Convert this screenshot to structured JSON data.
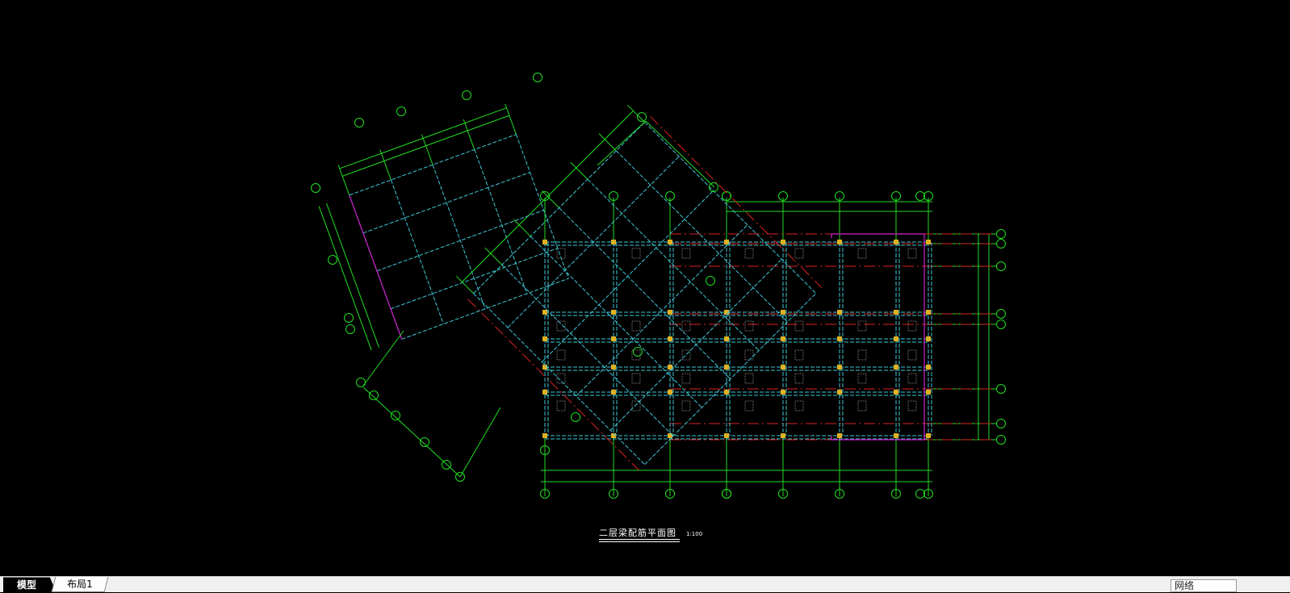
{
  "drawing": {
    "title": "二层梁配筋平面图",
    "scale": "1:100"
  },
  "tabs": [
    {
      "label": "模型",
      "active": true
    },
    {
      "label": "布局1",
      "active": false
    }
  ],
  "status": {
    "network_label": "网络"
  },
  "colors": {
    "background": "#000000",
    "beam": "#3fc7d6",
    "grid": "#22dd22",
    "axis": "#dd2222",
    "column": "#e0b020",
    "text": "#ffffff",
    "boundary": "#d020d0"
  }
}
